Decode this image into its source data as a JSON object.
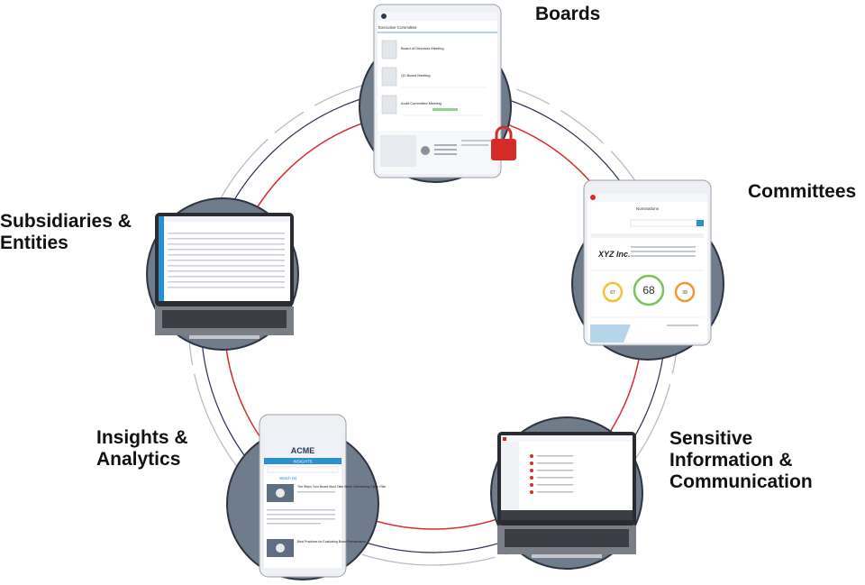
{
  "labels": {
    "boards": [
      "Boards"
    ],
    "committees": [
      "Committees"
    ],
    "subsidiaries": [
      "Subsidiaries &",
      "Entities"
    ],
    "insights": [
      "Insights &",
      "Analytics"
    ],
    "sensitive": [
      "Sensitive",
      "Information &",
      "Communication"
    ]
  },
  "screens": {
    "boards": {
      "header": "Executive Committee",
      "items": [
        "Board of Directors Meeting",
        "Q2 Board Meeting",
        "Audit Committee Meeting"
      ]
    },
    "committees": {
      "title": "Nominations",
      "logo": "XYZ Inc.",
      "score_main": "68",
      "score_left": "67",
      "score_right": "39"
    },
    "insights": {
      "brand": "ACME",
      "tab": "INSIGHTS",
      "section": "Watch (6)",
      "article1": "The Steps Your Board Must Take When Overseeing Cyber Risk",
      "article2": "Best Practices for Evaluating Board Performance"
    }
  },
  "colors": {
    "circle": "#6e7c8b",
    "ring_red": "#d62b2b",
    "ring_navy": "#2d2f57",
    "ring_grey": "#b9bdc4",
    "accent_blue": "#2b8fd0",
    "lock_red": "#d62b2b"
  }
}
